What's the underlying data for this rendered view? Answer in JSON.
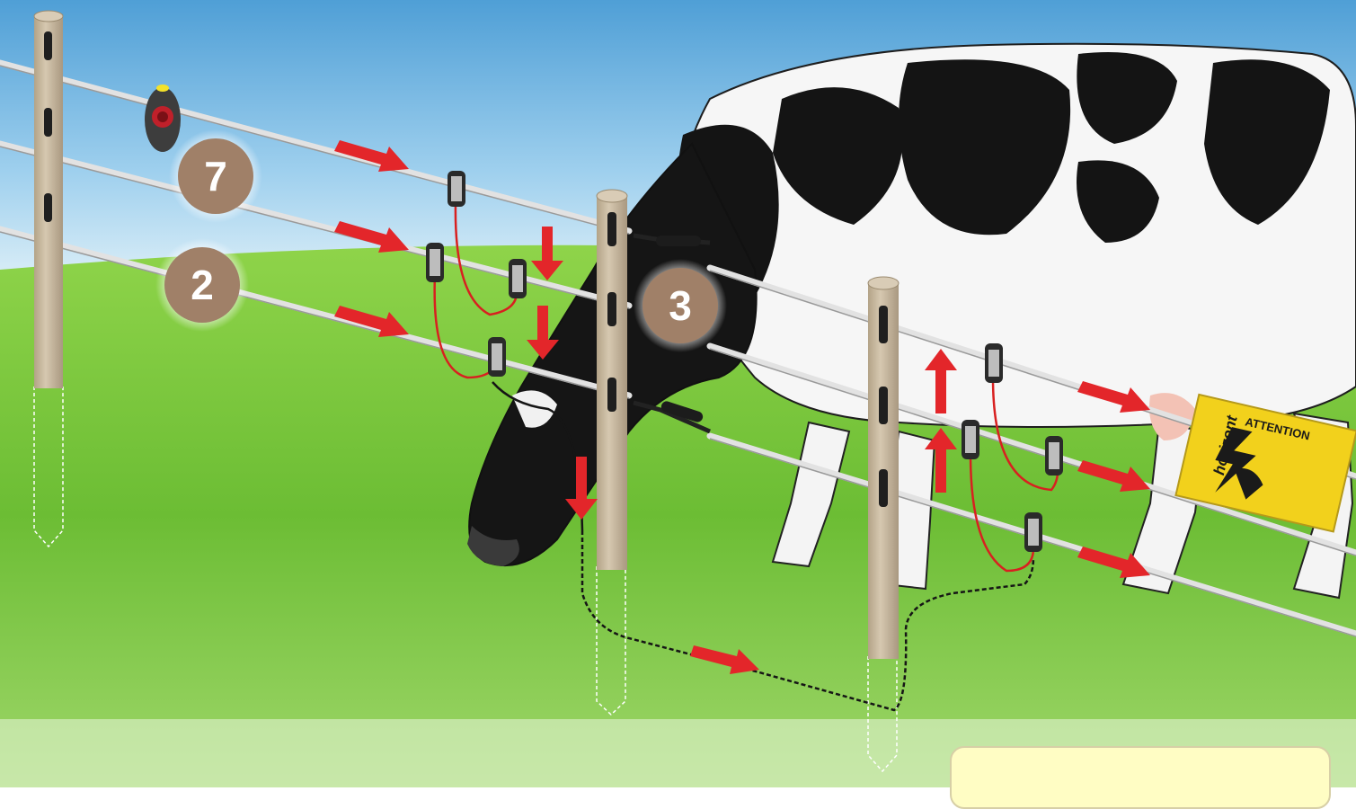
{
  "badges": {
    "seven": "7",
    "two": "2",
    "three": "3"
  },
  "sign": {
    "title": "ATTENTION",
    "brand": "horizont"
  },
  "colors": {
    "sky_top": "#5aa8dc",
    "sky_bottom": "#d6ecf6",
    "grass": "#7cc63a",
    "post": "#c8b9a2",
    "badge": "#a08068",
    "arrow": "#e3262a",
    "wire": "#d8d8d8",
    "lead_red": "#d82020",
    "sign_yellow": "#f2d11c",
    "note_bg": "#fffdc4"
  },
  "icons": {
    "insulator": "insulator-icon",
    "indicator": "fence-tester-icon",
    "warning_sign": "electric-fence-warning-sign"
  }
}
